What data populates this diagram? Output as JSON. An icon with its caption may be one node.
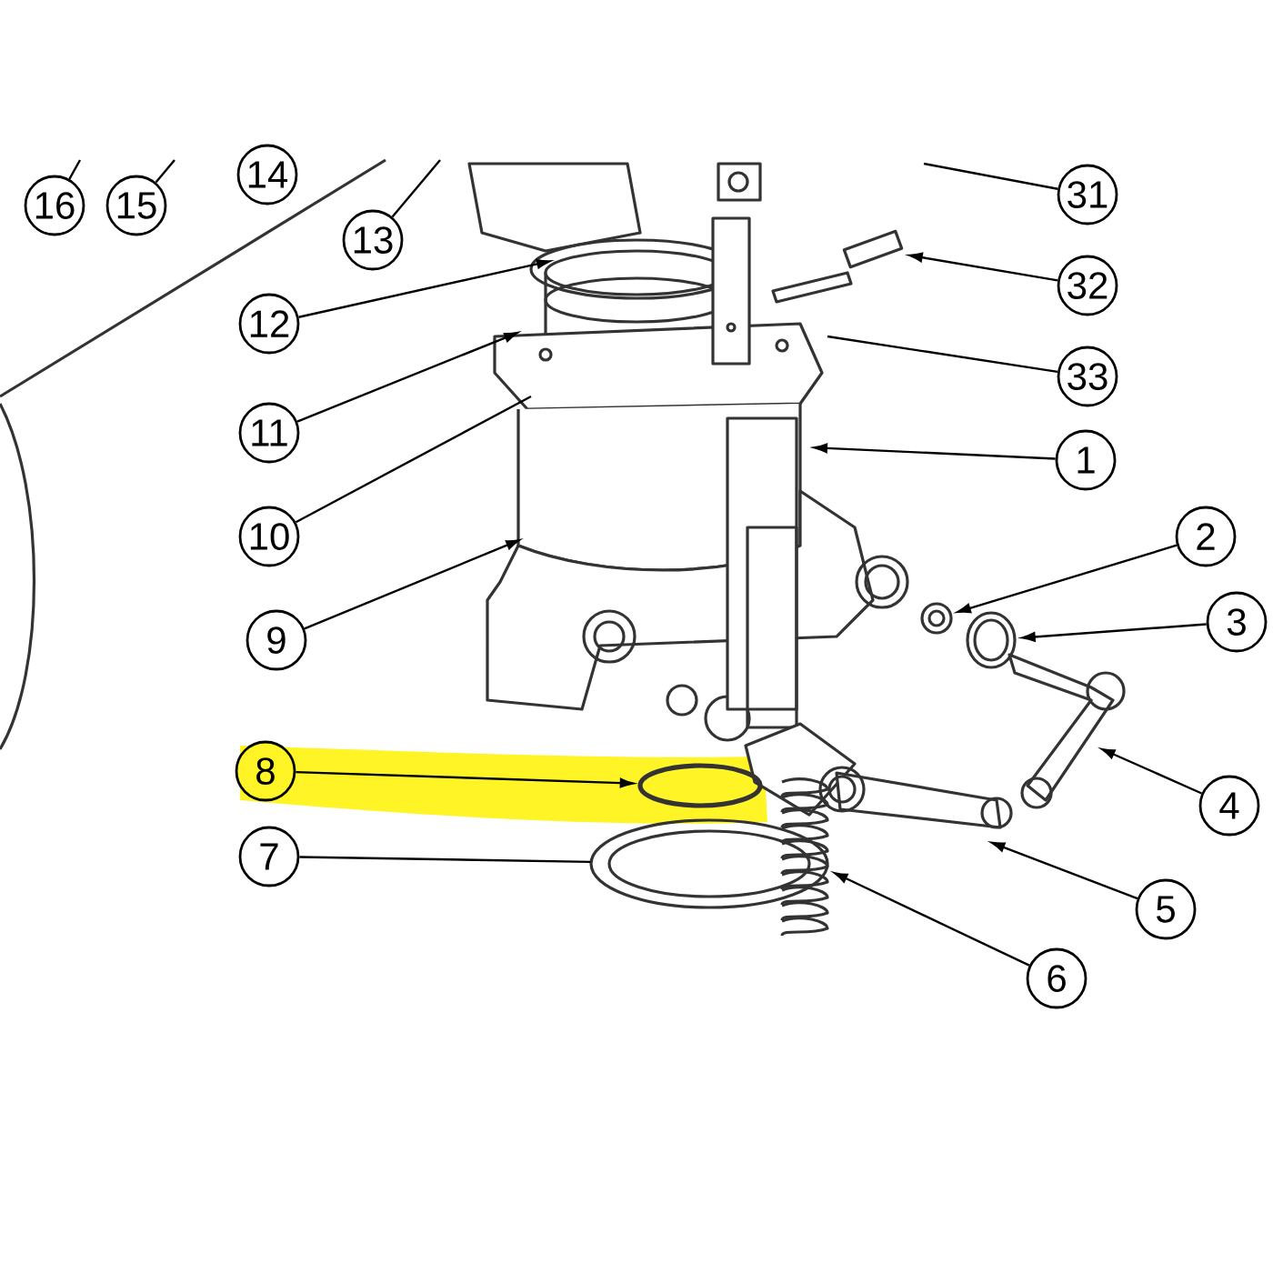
{
  "diagram": {
    "nodes": [
      {
        "text": [
          "16"
        ]
      },
      {
        "text": [
          "15"
        ]
      },
      {
        "text": [
          "14"
        ]
      },
      {
        "text": [
          "13"
        ]
      },
      {
        "text": [
          "12"
        ]
      },
      {
        "text": [
          "11"
        ]
      },
      {
        "text": [
          "10"
        ]
      },
      {
        "text": [
          "9"
        ]
      },
      {
        "text": [
          "8"
        ]
      },
      {
        "text": [
          "7"
        ]
      },
      {
        "text": [
          "31"
        ]
      },
      {
        "text": [
          "32"
        ]
      },
      {
        "text": [
          "33"
        ]
      },
      {
        "text": [
          "1"
        ]
      },
      {
        "text": [
          "2"
        ]
      },
      {
        "text": [
          "3"
        ]
      },
      {
        "text": [
          "4"
        ]
      },
      {
        "text": [
          "5"
        ]
      },
      {
        "text": [
          "6"
        ]
      },
      {
        "text": [],
        "shape": "picture"
      },
      {
        "text": [],
        "shape": "picture"
      },
      {
        "text": [],
        "shape": "picture"
      },
      {
        "text": [],
        "shape": "picture"
      },
      {
        "text": [],
        "shape": "picture"
      },
      {
        "text": [],
        "shape": "circle"
      },
      {
        "text": [],
        "shape": "picture"
      },
      {
        "text": [],
        "shape": "picture"
      }
    ],
    "edges": [
      {
        "from": 0,
        "to": null,
        "arrow": "none"
      },
      {
        "from": 1,
        "to": null,
        "arrow": "none"
      },
      {
        "from": 3,
        "to": null,
        "arrow": "none"
      },
      {
        "from": 4,
        "to": null,
        "arrow": "to"
      },
      {
        "from": 5,
        "to": null,
        "arrow": "to"
      },
      {
        "from": 6,
        "to": null,
        "arrow": "none"
      },
      {
        "from": 7,
        "to": null,
        "arrow": "to"
      },
      {
        "from": 8,
        "to": 24,
        "arrow": "to"
      },
      {
        "from": 9,
        "to": 26,
        "arrow": "none"
      },
      {
        "from": 10,
        "to": null,
        "arrow": "none"
      },
      {
        "from": 11,
        "to": 19,
        "arrow": "to"
      },
      {
        "from": 12,
        "to": null,
        "arrow": "none"
      },
      {
        "from": 13,
        "to": null,
        "arrow": "to"
      },
      {
        "from": 14,
        "to": 20,
        "arrow": "to"
      },
      {
        "from": 15,
        "to": 21,
        "arrow": "to"
      },
      {
        "from": 16,
        "to": 22,
        "arrow": "to"
      },
      {
        "from": 17,
        "to": 23,
        "arrow": "to"
      },
      {
        "from": 18,
        "to": 25,
        "arrow": "to"
      }
    ]
  }
}
